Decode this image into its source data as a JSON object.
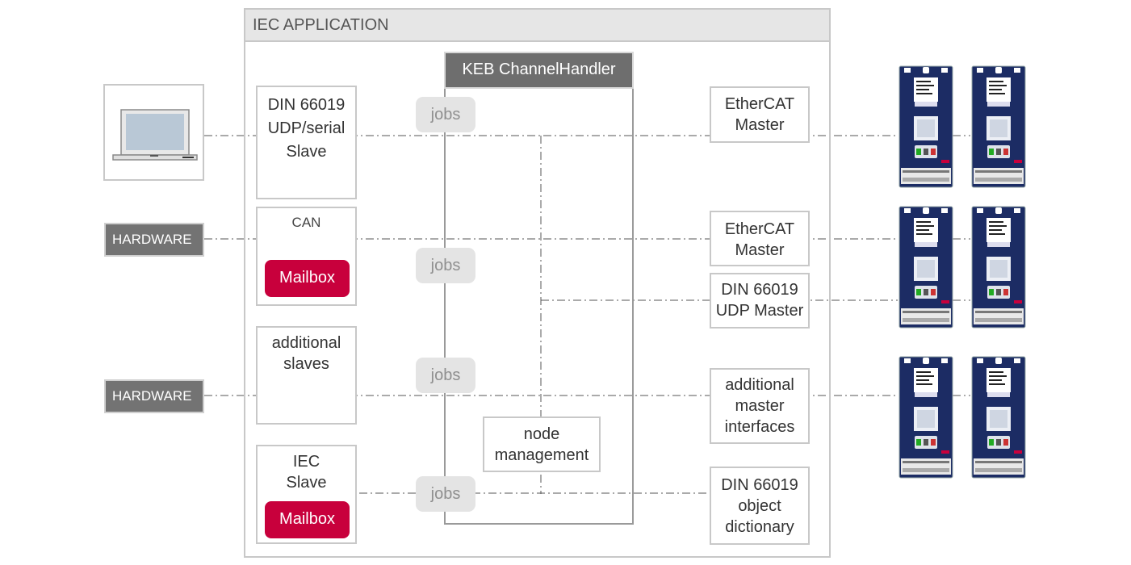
{
  "app": {
    "title": "IEC APPLICATION",
    "channel_handler": "KEB ChannelHandler"
  },
  "left_labels": {
    "hardware_1": "HARDWARE",
    "hardware_2": "HARDWARE"
  },
  "slaves": {
    "din_slave": [
      "DIN 66019",
      "UDP/serial",
      "Slave"
    ],
    "can": "CAN",
    "can_mailbox": "Mailbox",
    "additional_slaves": [
      "additional",
      "slaves"
    ],
    "iec_slave": [
      "IEC",
      "Slave"
    ],
    "iec_mailbox": "Mailbox"
  },
  "jobs": [
    "jobs",
    "jobs",
    "jobs",
    "jobs"
  ],
  "node_management": [
    "node",
    "management"
  ],
  "masters": {
    "ethercat_1": [
      "EtherCAT",
      "Master"
    ],
    "ethercat_2": [
      "EtherCAT",
      "Master"
    ],
    "din_udp_master": [
      "DIN 66019",
      "UDP Master"
    ],
    "additional_master": [
      "additional",
      "master",
      "interfaces"
    ],
    "object_dictionary": [
      "DIN 66019",
      "object",
      "dictionary"
    ]
  },
  "icons": {
    "computer": "laptop-icon",
    "device": "drive-controller-icon"
  },
  "colors": {
    "mailbox": "#c8003c",
    "hardware": "#737373",
    "device": "#1c2c64",
    "jobs_bg": "#e4e4e4",
    "header_bg": "#e6e6e6",
    "channel_header": "#6e6e6e"
  }
}
